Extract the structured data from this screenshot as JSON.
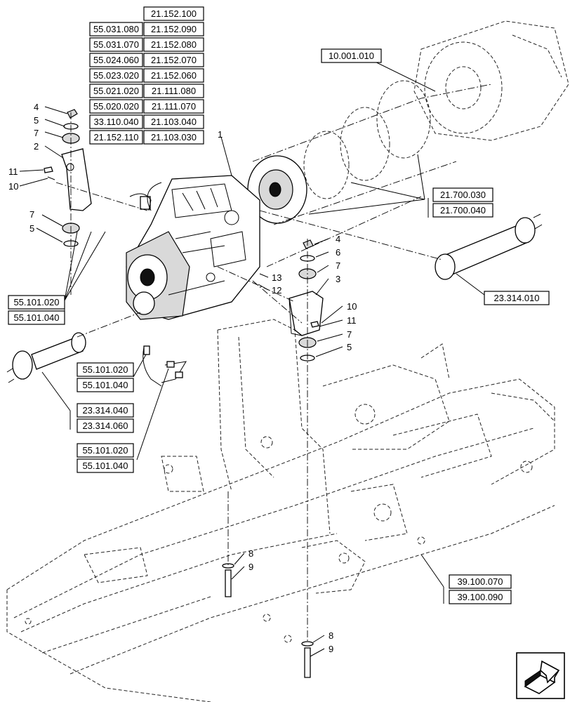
{
  "refs": {
    "r21152100": "21.152.100",
    "r55031080": "55.031.080",
    "r21152090": "21.152.090",
    "r55031070": "55.031.070",
    "r21152080": "21.152.080",
    "r55024060": "55.024.060",
    "r21152070": "21.152.070",
    "r55023020": "55.023.020",
    "r21152060": "21.152.060",
    "r55021020": "55.021.020",
    "r21111080": "21.111.080",
    "r55020020": "55.020.020",
    "r21111070": "21.111.070",
    "r33110040": "33.110.040",
    "r21103040": "21.103.040",
    "r21152110": "21.152.110",
    "r21103030": "21.103.030",
    "r10001010": "10.001.010",
    "r21700030": "21.700.030",
    "r21700040": "21.700.040",
    "r23314010": "23.314.010",
    "r55101020a": "55.101.020",
    "r55101040a": "55.101.040",
    "r55101020b": "55.101.020",
    "r55101040b": "55.101.040",
    "r23314040": "23.314.040",
    "r23314060": "23.314.060",
    "r55101020c": "55.101.020",
    "r55101040c": "55.101.040",
    "r39100070": "39.100.070",
    "r39100090": "39.100.090"
  },
  "callouts": {
    "c1": "1",
    "c2": "2",
    "c3": "3",
    "c4a": "4",
    "c4b": "4",
    "c5a": "5",
    "c5b": "5",
    "c5c": "5",
    "c6": "6",
    "c7a": "7",
    "c7b": "7",
    "c7c": "7",
    "c7d": "7",
    "c8a": "8",
    "c8b": "8",
    "c9a": "9",
    "c9b": "9",
    "c10a": "10",
    "c10b": "10",
    "c11a": "11",
    "c11b": "11",
    "c12": "12",
    "c13": "13"
  },
  "icons": {
    "nav": "next-page-arrow-icon"
  }
}
